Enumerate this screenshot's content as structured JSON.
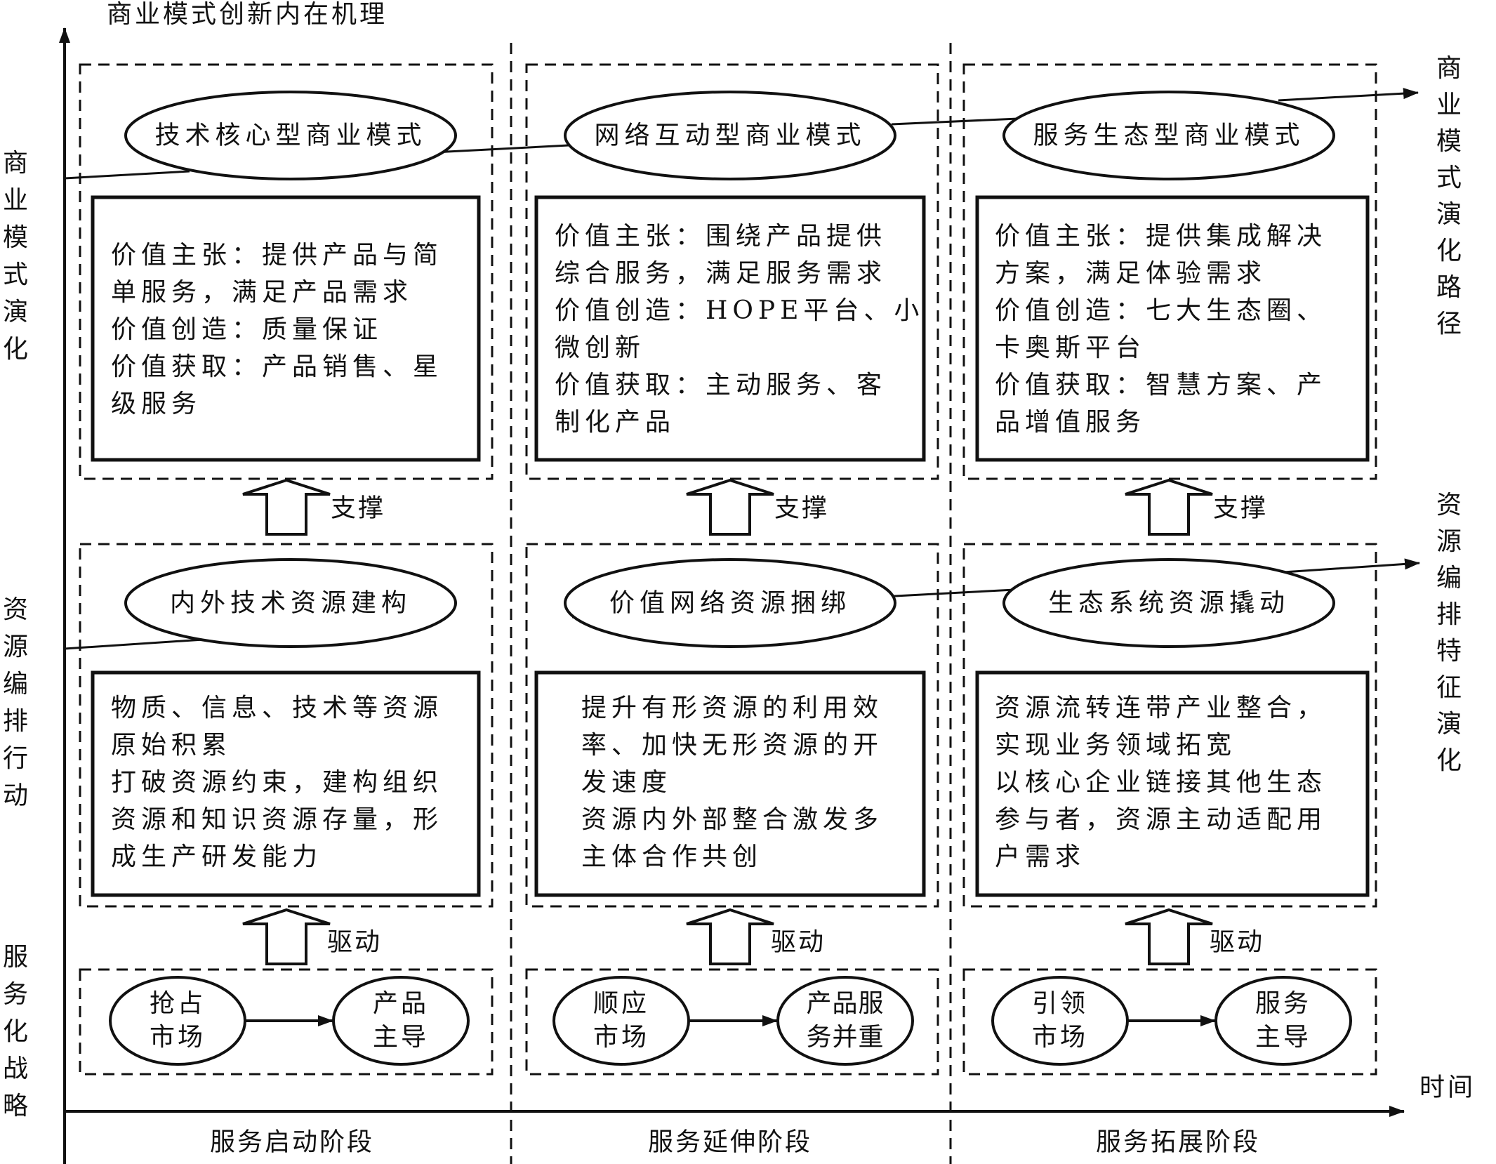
{
  "title": "商业模式创新内在机理",
  "left_axis_labels": [
    "商业模式演化",
    "资源编排行动",
    "服务化战略"
  ],
  "right_labels": {
    "bm_path": [
      "商业",
      "模式",
      "演化",
      "路径"
    ],
    "resource_path": [
      "资源",
      "编排",
      "特征",
      "演化"
    ]
  },
  "time_label": "时间",
  "support_label": "支撑",
  "drive_label": "驱动",
  "columns": [
    {
      "stage": "服务启动阶段",
      "bm_ellipse": "技术核心型商业模式",
      "bm_box": [
        "价值主张：提供产品与简",
        "单服务，满足产品需求",
        "价值创造：质量保证",
        "价值获取：产品销售、星",
        "级服务"
      ],
      "res_ellipse": "内外技术资源建构",
      "res_box": [
        "物质、信息、技术等资源",
        "原始积累",
        "打破资源约束，建构组织",
        "资源和知识资源存量，形",
        "成生产研发能力"
      ],
      "strategy_from": [
        "抢占",
        "市场"
      ],
      "strategy_to": [
        "产品",
        "主导"
      ]
    },
    {
      "stage": "服务延伸阶段",
      "bm_ellipse": "网络互动型商业模式",
      "bm_box": [
        "价值主张：围绕产品提供",
        "综合服务，满足服务需求",
        "价值创造：HOPE平台、小",
        "微创新",
        "价值获取：主动服务、客",
        "制化产品"
      ],
      "res_ellipse": "价值网络资源捆绑",
      "res_box": [
        "提升有形资源的利用效",
        "率、加快无形资源的开",
        "发速度",
        "资源内外部整合激发多",
        "主体合作共创"
      ],
      "strategy_from": [
        "顺应",
        "市场"
      ],
      "strategy_to": [
        "产品服",
        "务并重"
      ]
    },
    {
      "stage": "服务拓展阶段",
      "bm_ellipse": "服务生态型商业模式",
      "bm_box": [
        "价值主张：提供集成解决",
        "方案，满足体验需求",
        "价值创造：七大生态圈、",
        "卡奥斯平台",
        "价值获取：智慧方案、产",
        "品增值服务"
      ],
      "res_ellipse": "生态系统资源撬动",
      "res_box": [
        "资源流转连带产业整合，",
        "实现业务领域拓宽",
        "以核心企业链接其他生态",
        "参与者，资源主动适配用",
        "户需求"
      ],
      "strategy_from": [
        "引领",
        "市场"
      ],
      "strategy_to": [
        "服务",
        "主导"
      ]
    }
  ]
}
